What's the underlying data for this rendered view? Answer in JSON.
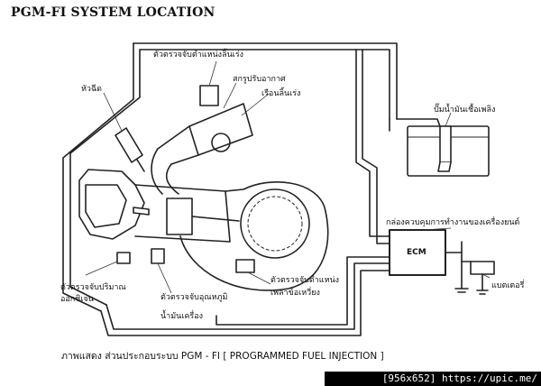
{
  "title": "PGM-FI SYSTEM LOCATION",
  "labels": {
    "throttle_position_sensor": "ตัวตรวจจับตำแหน่งลิ้นเร่ง",
    "air_adjust_screw": "สกรูปรับอากาศ",
    "throttle_body": "เรือนลิ้นเร่ง",
    "injector": "หัวฉีด",
    "fuel_pump": "ปั๊มน้ำมันเชื้อเพลิง",
    "ecm_description": "กล่องควบคุมการทำงานของเครื่องยนต์",
    "ecm": "ECM",
    "oxygen_sensor_line1": "ตัวตรวจจับปริมาณ",
    "oxygen_sensor_line2": "ออกซิเจน",
    "oil_temp_sensor_line1": "ตัวตรวจจับอุณหภูมิ",
    "oil_temp_sensor_line2": "น้ำมันเครื่อง",
    "crank_sensor_line1": "ตัวตรวจจับตำแหน่ง",
    "crank_sensor_line2": "เพลาข้อเหวี่ยง",
    "battery": "แบตเตอรี่"
  },
  "caption": "ภาพแสดง  ส่วนประกอบระบบ PGM - FI [ PROGRAMMED  FUEL  INJECTION ]",
  "watermark": "[956x652] https://upic.me/"
}
